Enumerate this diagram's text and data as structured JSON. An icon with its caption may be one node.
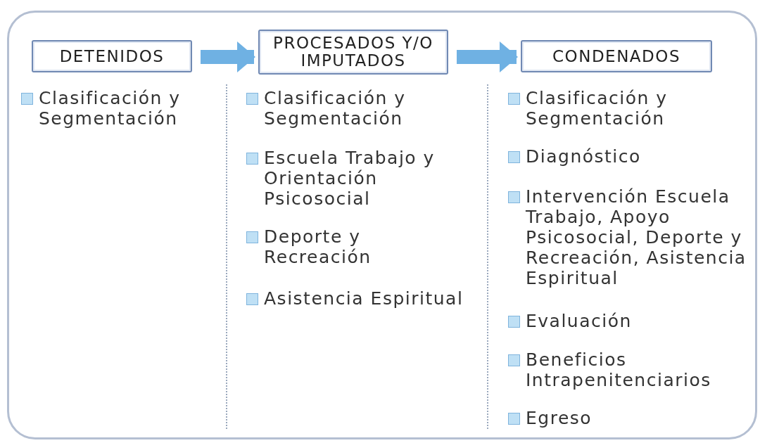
{
  "diagram": {
    "nodes": [
      {
        "text": [
          "DETENIDOS"
        ]
      },
      {
        "text": [
          "PROCESADOS Y/O IMPUTADOS"
        ]
      },
      {
        "text": [
          "CONDENADOS"
        ]
      }
    ],
    "edges": [
      {
        "from": 0,
        "to": 1,
        "arrow": "to"
      },
      {
        "from": 1,
        "to": 2,
        "arrow": "to"
      }
    ],
    "labels": [
      "Clasificación y Segmentación",
      "Clasificación y Segmentación",
      "Escuela Trabajo y Orientación Psicosocial",
      "Deporte y Recreación",
      "Asistencia Espiritual",
      "Clasificación y Segmentación",
      "Diagnóstico",
      "Intervención Escuela Trabajo, Apoyo Psicosocial, Deporte y Recreación, Asistencia Espiritual",
      "Evaluación",
      "Beneficios Intrapenitenciarios",
      "Egreso"
    ]
  }
}
